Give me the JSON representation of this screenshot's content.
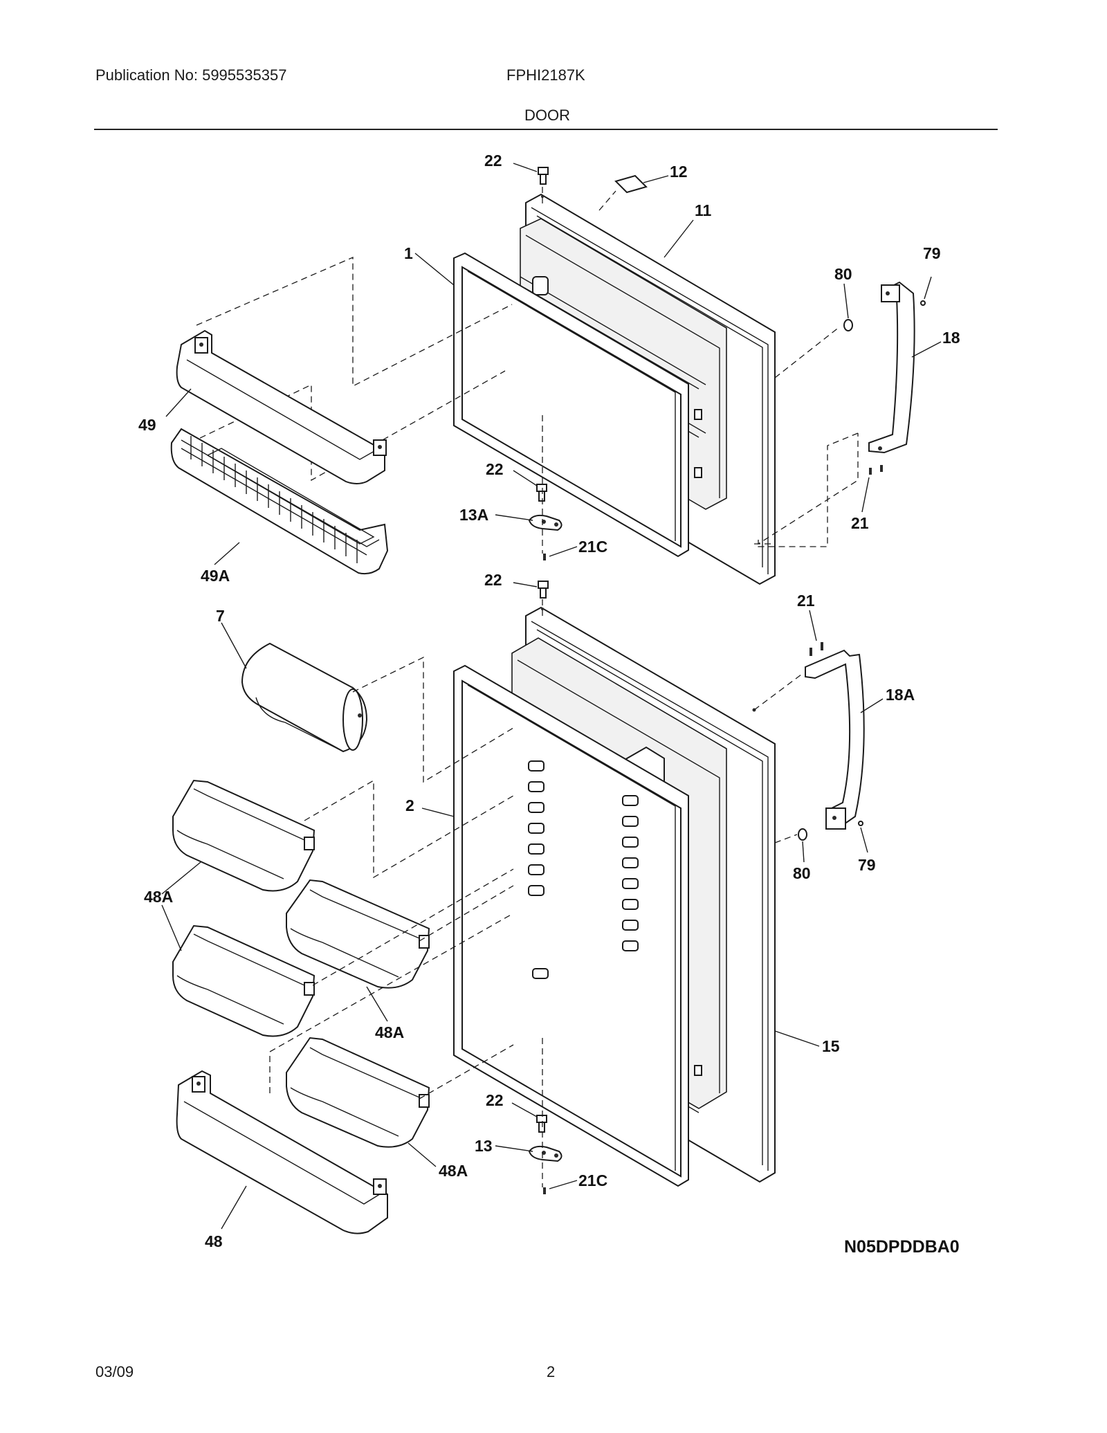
{
  "header": {
    "publication": "Publication No: 5995535357",
    "model": "FPHI2187K",
    "section": "DOOR"
  },
  "footer": {
    "date": "03/09",
    "page": "2"
  },
  "diagram": {
    "code": "N05DPDDBA0",
    "labels": {
      "l22a": "22",
      "l12": "12",
      "l11": "11",
      "l1": "1",
      "l80a": "80",
      "l79a": "79",
      "l18": "18",
      "l49": "49",
      "l22b": "22",
      "l13a": "13A",
      "l21ca": "21C",
      "l21a": "21",
      "l49a": "49A",
      "l22c": "22",
      "l21b": "21",
      "l7": "7",
      "l18a": "18A",
      "l2": "2",
      "l80b": "80",
      "l79b": "79",
      "l48a1": "48A",
      "l48a2": "48A",
      "l15": "15",
      "l22d": "22",
      "l13": "13",
      "l48a3": "48A",
      "l21cb": "21C",
      "l48": "48"
    }
  }
}
